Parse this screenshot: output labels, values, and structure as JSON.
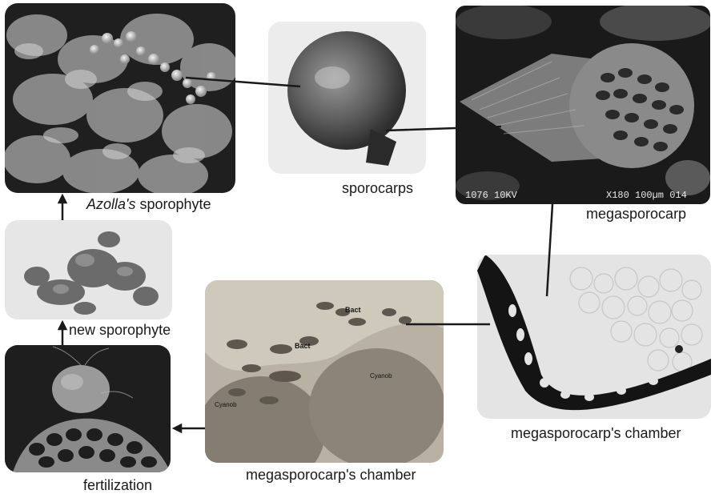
{
  "panels": {
    "sporophyte": {
      "caption_italic": "Azolla's",
      "caption_rest": " sporophyte"
    },
    "sporocarps": {
      "caption": "sporocarps"
    },
    "megasporocarp": {
      "caption": "megasporocarp",
      "sem_label_left": "1076  10KV",
      "sem_label_right": "X180  100µm  014"
    },
    "megasporocarp_chamber_right": {
      "caption": "megasporocarp's chamber"
    },
    "megasporocarp_chamber_center": {
      "caption": "megasporocarp's chamber",
      "labels": {
        "bact_1": "Bact",
        "bact_2": "Bact",
        "cyanob_1": "Cyanob",
        "cyanob_2": "Cyanob"
      }
    },
    "new_sporophyte": {
      "caption": "new sporophyte"
    },
    "fertilization": {
      "caption": "fertilization"
    }
  },
  "colors": {
    "connector": "#1a1a1a",
    "background": "#ffffff"
  }
}
